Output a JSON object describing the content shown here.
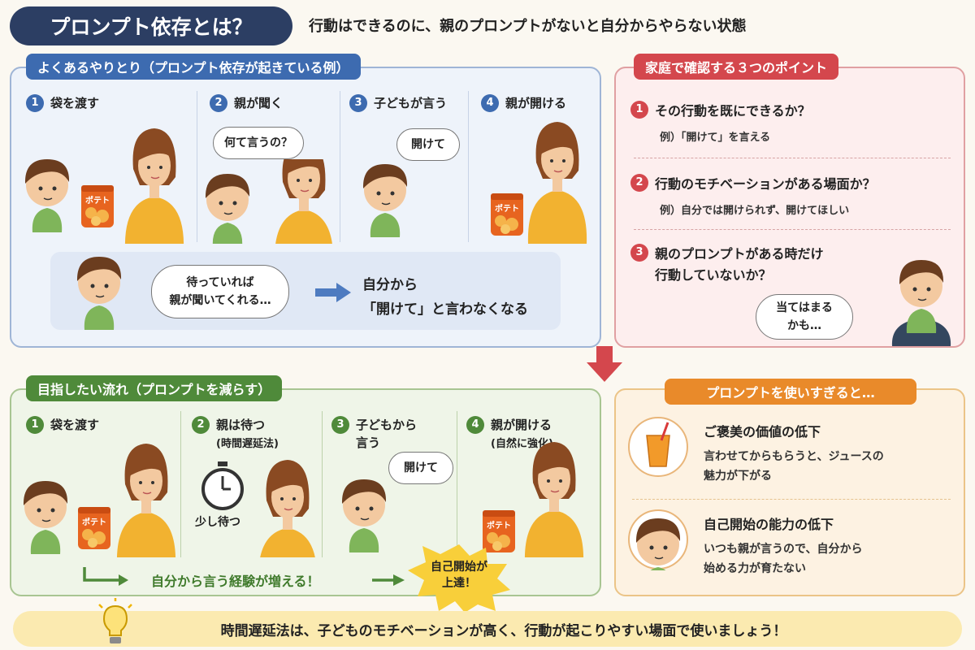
{
  "header": {
    "title": "プロンプト依存とは？",
    "subtitle": "行動はできるのに、親のプロンプトがないと自分からやらない状態"
  },
  "examples": {
    "tab": "よくあるやりとり（プロンプト依存が起きている例）",
    "steps": [
      {
        "num": "1",
        "label": "袋を渡す"
      },
      {
        "num": "2",
        "label": "親が聞く"
      },
      {
        "num": "3",
        "label": "子どもが言う"
      },
      {
        "num": "4",
        "label": "親が開ける"
      }
    ],
    "bag_label": "ポテト",
    "parent_bubble": "何て言うの？",
    "child_bubble": "開けて",
    "thought_line1": "待っていれば",
    "thought_line2": "親が聞いてくれる…",
    "result_line1": "自分から",
    "result_line2": "「開けて」と言わなくなる"
  },
  "check": {
    "tab": "家庭で確認する３つのポイント",
    "points": [
      {
        "num": "1",
        "title": "その行動を既にできるか？",
        "example": "例）「開けて」を言える"
      },
      {
        "num": "2",
        "title": "行動のモチベーションがある場面か？",
        "example": "例）自分では開けられず、開けてほしい"
      },
      {
        "num": "3",
        "title_line1": "親のプロンプトがある時だけ",
        "title_line2": "行動していないか？"
      }
    ],
    "thought_line1": "当てはまる",
    "thought_line2": "かも…"
  },
  "goal": {
    "tab": "目指したい流れ（プロンプトを減らす）",
    "steps": [
      {
        "num": "1",
        "label": "袋を渡す"
      },
      {
        "num": "2",
        "label": "親は待つ",
        "sub": "(時間遅延法)"
      },
      {
        "num": "3",
        "label": "子どもから",
        "label2": "言う"
      },
      {
        "num": "4",
        "label": "親が開ける",
        "sub": "(自然に強化)"
      }
    ],
    "wait_label": "少し待つ",
    "child_bubble": "開けて",
    "experience": "自分から言う経験が増える！",
    "burst_line1": "自己開始が",
    "burst_line2": "上達！"
  },
  "overuse": {
    "tab": "プロンプトを使いすぎると…",
    "items": [
      {
        "title": "ご褒美の価値の低下",
        "desc_line1": "言わせてからもらうと、ジュースの",
        "desc_line2": "魅力が下がる"
      },
      {
        "title": "自己開始の能力の低下",
        "desc_line1": "いつも親が言うので、自分から",
        "desc_line2": "始める力が育たない"
      }
    ]
  },
  "tip": "時間遅延法は、子どものモチベーションが高く、行動が起こりやすい場面で使いましょう！",
  "colors": {
    "navy": "#2c3e63",
    "blue": "#3d6bb0",
    "red": "#d4474d",
    "green": "#4f8a3a",
    "orange": "#e98a2a",
    "yellow": "#fbeab0"
  }
}
